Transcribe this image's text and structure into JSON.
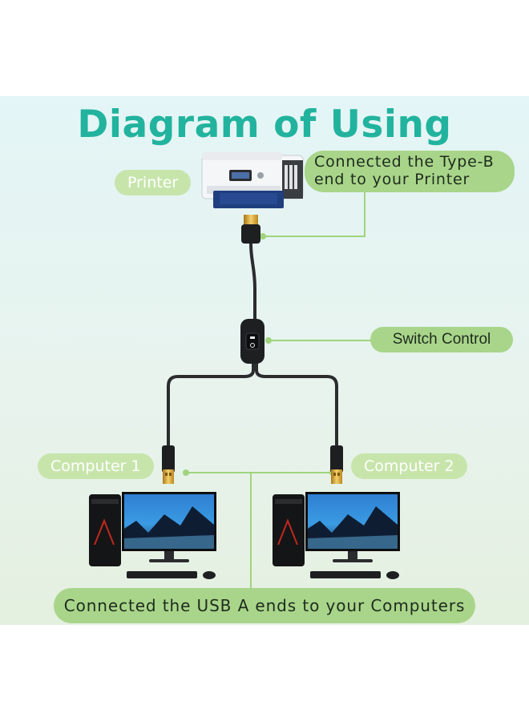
{
  "title": "Diagram of Using",
  "labels": {
    "printer": "Printer",
    "computer_1": "Computer 1",
    "computer_2": "Computer 2"
  },
  "callouts": {
    "type_b_line1": "Connected the Type-B",
    "type_b_line2": "end to your Printer",
    "switch_control": "Switch Control",
    "usb_a": "Connected the USB A ends to your Computers"
  },
  "colors": {
    "title": "#22b39e",
    "callout_fill": "#a9d58a",
    "label_fill": "#c7e5ab",
    "leader_line": "#9fd47d",
    "cable": "#2a2c2e",
    "usb_connector_gold": "#d9a632"
  },
  "icons": {
    "printer": "printer-icon",
    "computer": "desktop-computer-icon",
    "switch": "inline-switch-icon",
    "usb_a": "usb-a-plug-icon",
    "usb_b": "usb-b-plug-icon"
  }
}
